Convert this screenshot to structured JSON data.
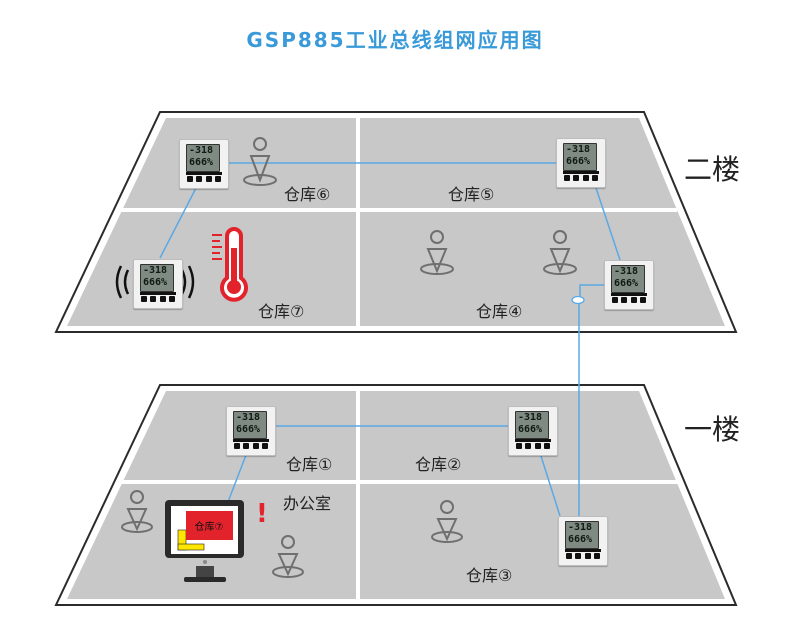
{
  "title": "GSP885工业总线组网应用图",
  "floors": {
    "upper": "二楼",
    "lower": "一楼"
  },
  "rooms": {
    "r6": "仓库⑥",
    "r5": "仓库⑤",
    "r7": "仓库⑦",
    "r4": "仓库④",
    "r1": "仓库①",
    "r2": "仓库②",
    "office": "办公室",
    "r3": "仓库③"
  },
  "device_display": {
    "line1": "-318",
    "line2": "666%"
  },
  "monitor_screen_text": "仓库⑦",
  "alert_mark": "!",
  "colors": {
    "title": "#3a9ad9",
    "bus_line": "#5aa9e6",
    "floor_fill": "#c8c8c8",
    "alarm_red": "#e3232c"
  }
}
